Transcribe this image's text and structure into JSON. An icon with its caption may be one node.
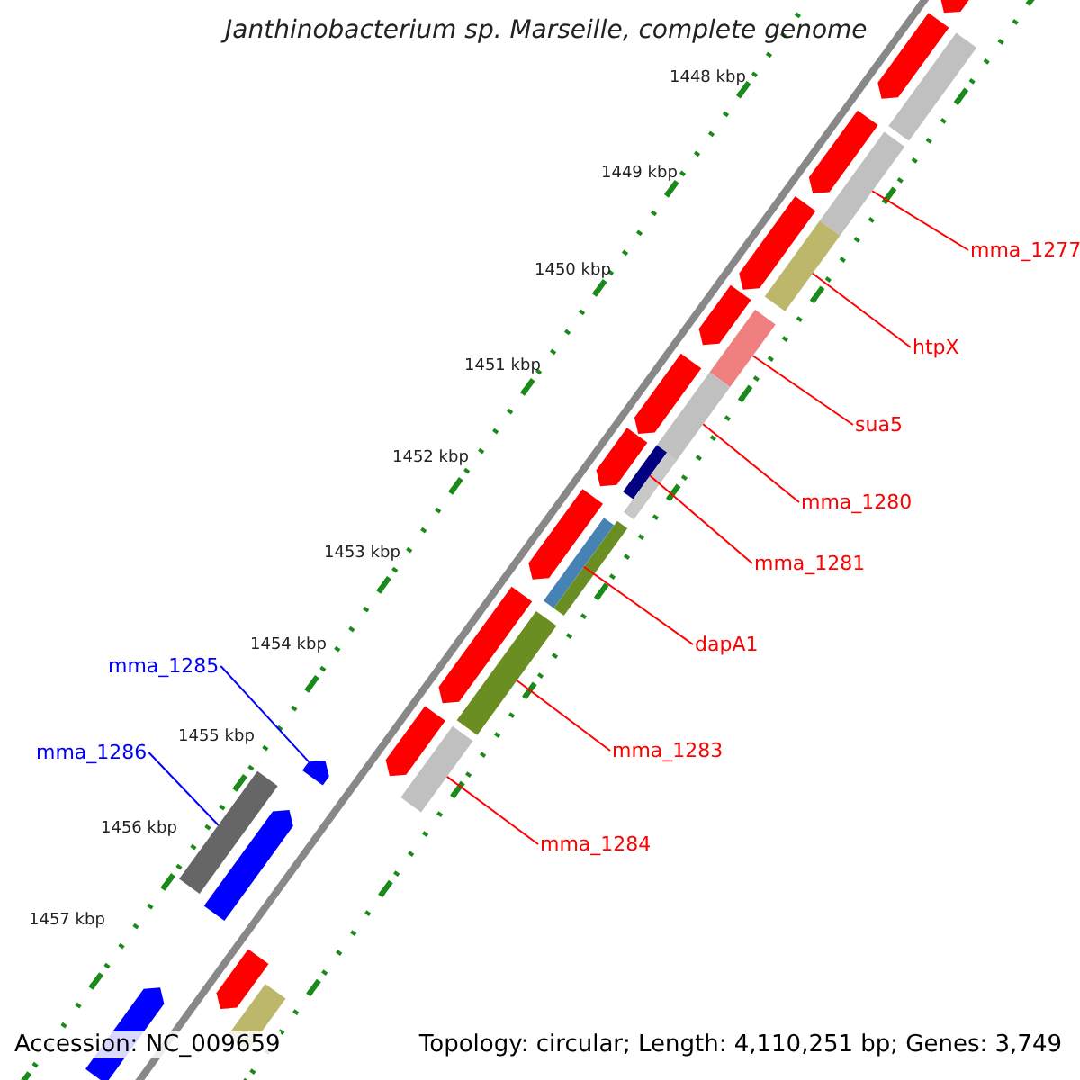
{
  "diagram": {
    "title": "Janthinobacterium sp. Marseille, complete genome",
    "nodes": [
      {
        "text": [
          "mma_1277"
        ]
      },
      {
        "text": [
          "htpX"
        ]
      },
      {
        "text": [
          "sua5"
        ]
      },
      {
        "text": [
          "mma_1280"
        ]
      },
      {
        "text": [
          "mma_1281"
        ]
      },
      {
        "text": [
          "dapA1"
        ]
      },
      {
        "text": [
          "mma_1285"
        ]
      },
      {
        "text": [
          "mma_1283"
        ]
      },
      {
        "text": [
          "mma_1286"
        ]
      },
      {
        "text": [
          "mma_1284"
        ]
      },
      {
        "text": [],
        "shape": "bar"
      },
      {
        "text": [],
        "shape": "bar"
      },
      {
        "text": [],
        "shape": "bar"
      },
      {
        "text": [],
        "shape": "bar"
      },
      {
        "text": [],
        "shape": "bar"
      },
      {
        "text": [],
        "shape": "bar"
      },
      {
        "text": [],
        "shape": "bar"
      },
      {
        "text": [],
        "shape": "bar"
      },
      {
        "text": [],
        "shape": "arrow"
      },
      {
        "text": [],
        "shape": "bar"
      },
      {
        "text": [],
        "shape": "arrow"
      },
      {
        "text": [],
        "shape": "bar"
      },
      {
        "text": [],
        "shape": "arrow"
      },
      {
        "text": [],
        "shape": "arrow"
      },
      {
        "text": [],
        "shape": "arrow"
      },
      {
        "text": [],
        "shape": "arrow"
      },
      {
        "text": [],
        "shape": "arrow"
      },
      {
        "text": [],
        "shape": "arrow"
      },
      {
        "text": [],
        "shape": "arrow"
      },
      {
        "text": [],
        "shape": "arrow"
      },
      {
        "text": [],
        "shape": "arrow"
      },
      {
        "text": [],
        "shape": "arrow"
      },
      {
        "text": [],
        "shape": "bar"
      },
      {
        "text": [],
        "shape": "bar"
      },
      {
        "text": [],
        "shape": "bar"
      },
      {
        "text": [],
        "shape": "arrow"
      },
      {
        "text": [],
        "shape": "arrow"
      }
    ],
    "edges": [
      {
        "from": 0,
        "to": 10,
        "arrow": "none"
      },
      {
        "from": 1,
        "to": 11,
        "arrow": "none"
      },
      {
        "from": 2,
        "to": 12,
        "arrow": "none"
      },
      {
        "from": 3,
        "to": 13,
        "arrow": "none"
      },
      {
        "from": 4,
        "to": 14,
        "arrow": "none"
      },
      {
        "from": 5,
        "to": 15,
        "arrow": "none"
      },
      {
        "from": 6,
        "to": 18,
        "arrow": "none",
        "color": "#0000ff"
      },
      {
        "from": 7,
        "to": 16,
        "arrow": "none"
      },
      {
        "from": 8,
        "to": 19,
        "arrow": "none",
        "color": "#0000ff"
      },
      {
        "from": 9,
        "to": 17,
        "arrow": "none"
      }
    ],
    "labels": [
      "1448 kbp",
      "1449 kbp",
      "1450 kbp",
      "1451 kbp",
      "1452 kbp",
      "1453 kbp",
      "1454 kbp",
      "1455 kbp",
      "1456 kbp",
      "1457 kbp",
      "Accession: NC_009659",
      "Topology: circular; Length: 4,110,251 bp; Genes: 3,749"
    ]
  }
}
